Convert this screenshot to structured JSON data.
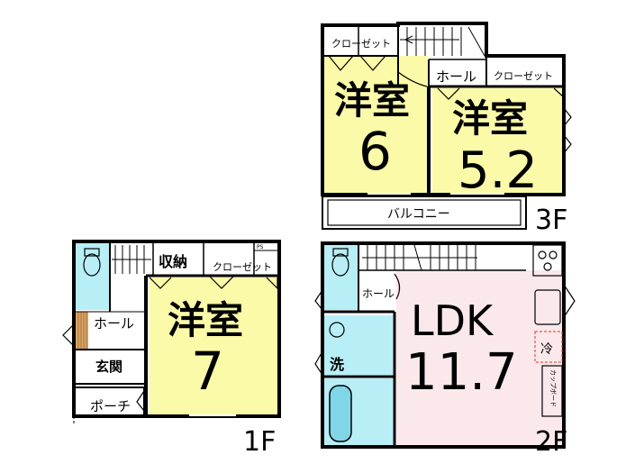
{
  "floor_3f": {
    "floor_label": "3F",
    "closet_left": "クローゼット",
    "hall": "ホール",
    "closet_right": "クローゼット",
    "room_6_name": "洋室",
    "room_6_size": "6",
    "room_52_name": "洋室",
    "room_52_size": "5.2",
    "balcony": "バルコニー"
  },
  "floor_2f": {
    "floor_label": "2F",
    "hall": "ホール",
    "ldk_name": "LDK",
    "ldk_size": "11.7",
    "washroom": "洗",
    "fridge": "冷",
    "cupboard": "カップボード"
  },
  "floor_1f": {
    "floor_label": "1F",
    "storage": "収納",
    "closet": "クローゼット",
    "ps": "PS",
    "hall": "ホール",
    "entrance": "玄関",
    "porch": "ポーチ",
    "room_7_name": "洋室",
    "room_7_size": "7"
  },
  "colors": {
    "western_room": "#fafaa8",
    "ldk": "#fbe8ea",
    "wet_area": "#b8eef6",
    "entrance_wood": "#d9a566",
    "wall": "#000000"
  }
}
